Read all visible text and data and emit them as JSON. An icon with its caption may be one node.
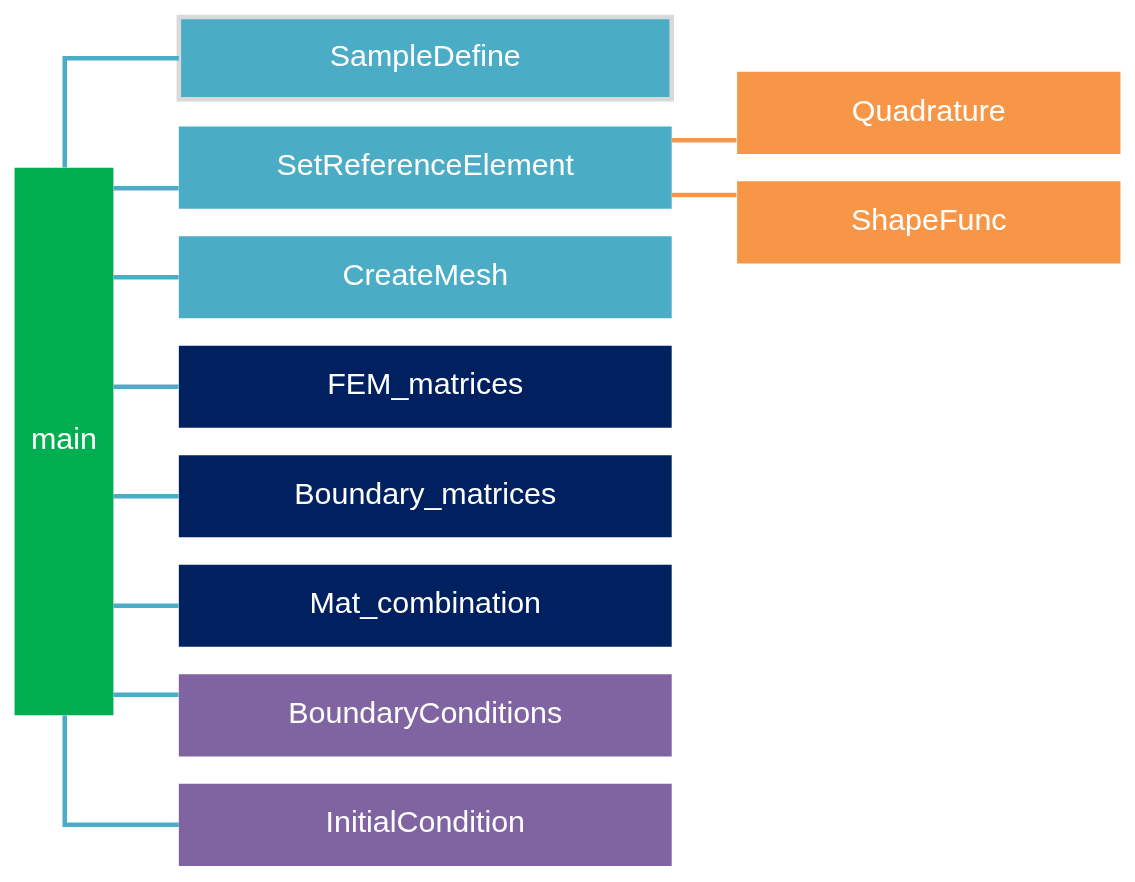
{
  "diagram": {
    "nodes": [
      {
        "text": [
          "main"
        ]
      },
      {
        "text": [
          "SampleDefine"
        ]
      },
      {
        "text": [
          "SetReferenceElement"
        ]
      },
      {
        "text": [
          "CreateMesh"
        ]
      },
      {
        "text": [
          "FEM_matrices"
        ]
      },
      {
        "text": [
          "Boundary_matrices"
        ]
      },
      {
        "text": [
          "Mat_combination"
        ]
      },
      {
        "text": [
          "BoundaryConditions"
        ]
      },
      {
        "text": [
          "InitialCondition"
        ]
      },
      {
        "text": [
          "Quadrature"
        ]
      },
      {
        "text": [
          "ShapeFunc"
        ]
      }
    ],
    "edges": [
      {
        "from": 0,
        "to": 1,
        "arrow": "none"
      },
      {
        "from": 0,
        "to": 2,
        "arrow": "none"
      },
      {
        "from": 0,
        "to": 3,
        "arrow": "none"
      },
      {
        "from": 0,
        "to": 4,
        "arrow": "none"
      },
      {
        "from": 0,
        "to": 5,
        "arrow": "none"
      },
      {
        "from": 0,
        "to": 6,
        "arrow": "none"
      },
      {
        "from": 0,
        "to": 7,
        "arrow": "none"
      },
      {
        "from": 0,
        "to": 8,
        "arrow": "none"
      },
      {
        "from": 2,
        "to": 9,
        "arrow": "none",
        "color": "#f79646"
      },
      {
        "from": 2,
        "to": 10,
        "arrow": "none",
        "color": "#f79646"
      }
    ]
  }
}
